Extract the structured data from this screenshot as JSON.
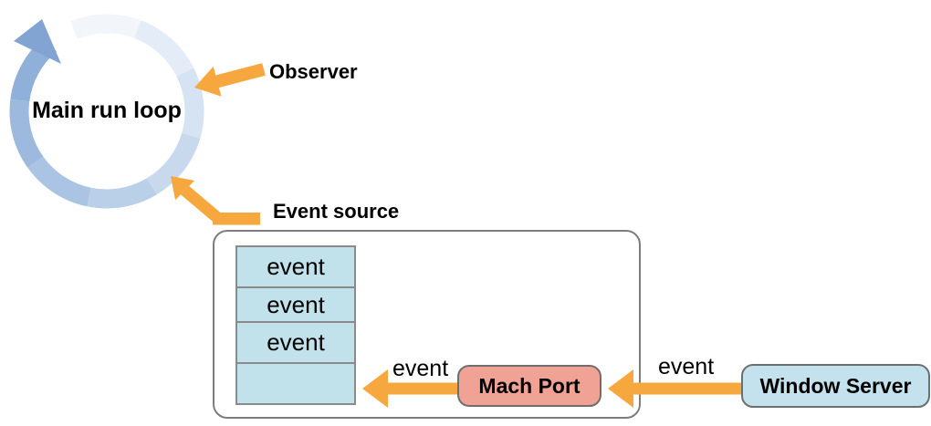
{
  "diagram": {
    "run_loop": {
      "label": "Main run loop"
    },
    "observer": {
      "label": "Observer"
    },
    "event_source": {
      "label": "Event source"
    },
    "queue": {
      "items": [
        "event",
        "event",
        "event",
        ""
      ]
    },
    "mach_port": {
      "label": "Mach Port"
    },
    "window_server": {
      "label": "Window Server"
    },
    "flow_labels": {
      "queue_event": "event",
      "server_event": "event"
    }
  },
  "colors": {
    "arrow_orange": "#f6a73d",
    "ring_blue_dark": "#82a4d3",
    "ring_blue_light": "#f2f6fb",
    "queue_box_fill": "#c2e2eb",
    "mach_port_fill": "#f0a294",
    "window_server_fill": "#c4e2ee",
    "border_gray": "#7d7d7d"
  }
}
